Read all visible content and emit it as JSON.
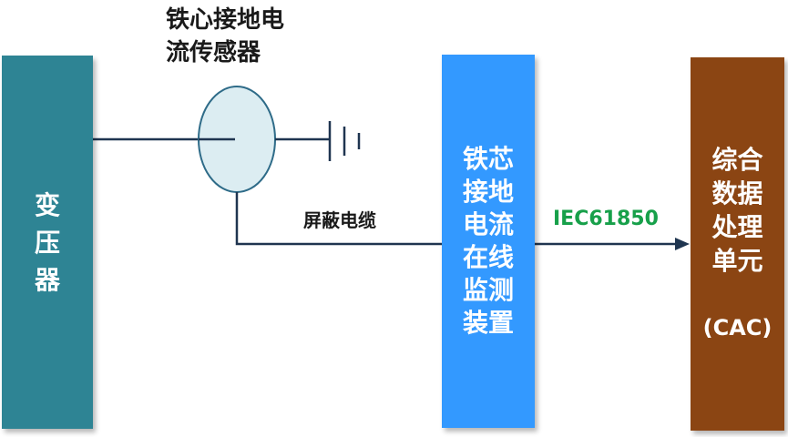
{
  "colors": {
    "transformer_block": "#2e8494",
    "monitor_block": "#3399ff",
    "cac_block": "#8b4513",
    "sensor_fill": "#dcedf2",
    "sensor_stroke": "#2e6b88",
    "wire": "#1f3550",
    "protocol_text": "#17a04a"
  },
  "blocks": {
    "transformer": "变\n压\n器",
    "monitor": "铁芯\n接地\n电流\n在线\n监测\n装置",
    "cac_name": "综合\n数据\n处理\n单元",
    "cac_code": "(CAC)"
  },
  "labels": {
    "sensor": "铁心接地电\n流传感器",
    "cable": "屏蔽电缆",
    "protocol": "IEC61850"
  },
  "icons": {
    "sensor": "ellipse-sensor-icon",
    "ground": "ground-symbol-icon",
    "arrow": "arrowhead-icon"
  }
}
